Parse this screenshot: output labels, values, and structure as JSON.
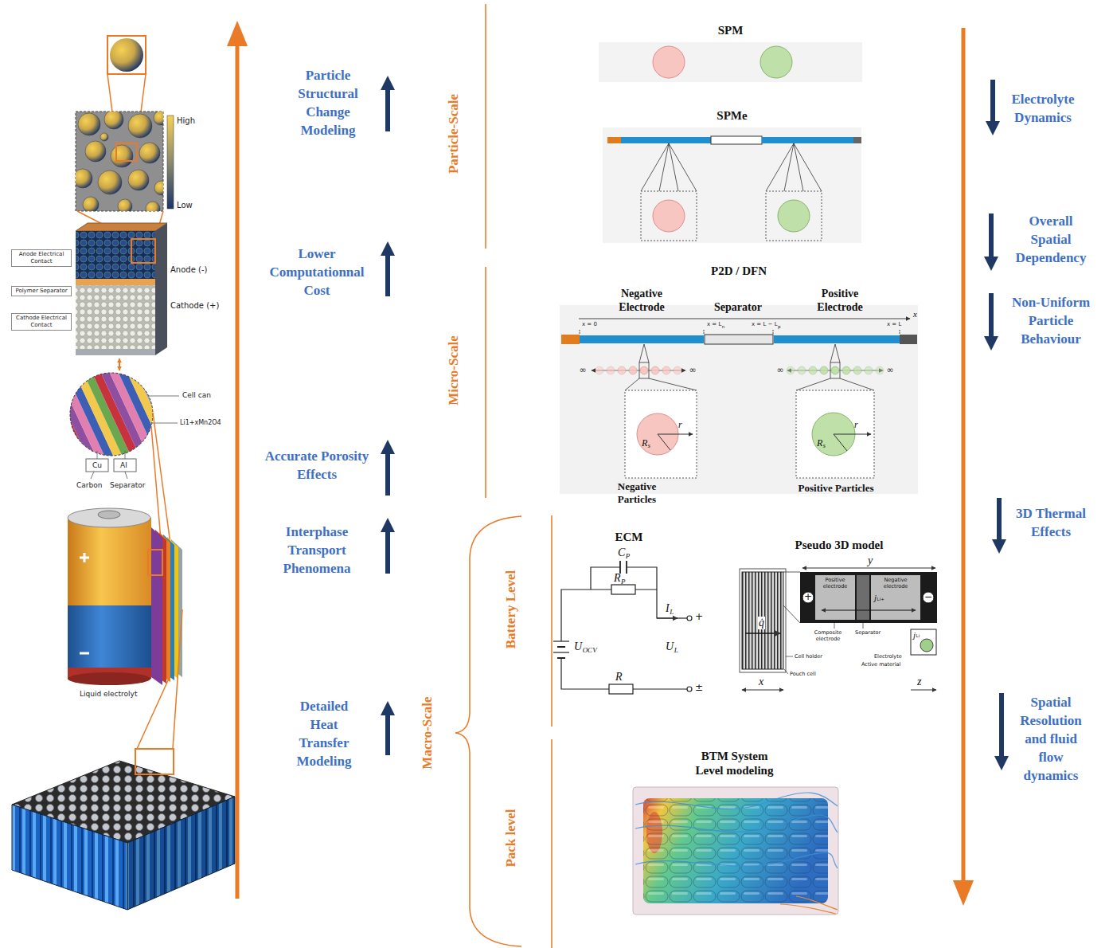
{
  "diagram": {
    "nodes": [
      {
        "text": [
          "SPM"
        ]
      },
      {
        "text": [
          "SPMe"
        ]
      },
      {
        "text": [
          "P2D / DFN"
        ]
      },
      {
        "text": [
          "ECM"
        ]
      },
      {
        "text": [
          "Pseudo 3D model"
        ]
      },
      {
        "text": [
          "BTM System Level modeling"
        ]
      }
    ],
    "labels": [
      "High",
      "Low",
      "Anode Electrical Contact",
      "Polymer Separator",
      "Cathode Electrical Contact",
      "Anode (-)",
      "Cathode (+)",
      "Cell can",
      "Li1+xMn2O4",
      "Cu",
      "Al",
      "Carbon",
      "Separator",
      "Liquid electrolyt",
      "Particle Structural Change Modeling",
      "Lower Computationnal Cost",
      "Accurate Porosity Effects",
      "Interphase Transport Phenomena",
      "Detailed Heat Transfer Modeling",
      "Particle-Scale",
      "Micro-Scale",
      "Macro-Scale",
      "Battery Level",
      "Pack level",
      "Electrolyte Dynamics",
      "Overall Spatial Dependency",
      "Non-Uniform Particle Behaviour",
      "3D Thermal Effects",
      "Spatial Resolution and fluid flow dynamics",
      "Negative Electrode",
      "Separator",
      "Positive Electrode",
      "x = 0",
      "x = L",
      "n",
      "x = L − L",
      "p",
      "x = L",
      "x",
      "∞",
      "∞",
      "∞",
      "∞",
      "r",
      "R",
      "s",
      "r",
      "R",
      "s",
      "Negative Particles",
      "Positive Particles",
      "C",
      "P",
      "R",
      "P",
      "I",
      "L",
      "+",
      "U",
      "OCV",
      "U",
      "L",
      "R",
      "±",
      "Positive electrode",
      "Negative electrode",
      "Composite electrode",
      "Separator",
      "Cell holder",
      "Pouch cell",
      "Electrolyte",
      "Active material",
      "j",
      "Li+",
      "q̇",
      "y",
      "x",
      "z",
      "j",
      "Li",
      "+",
      "−"
    ]
  }
}
